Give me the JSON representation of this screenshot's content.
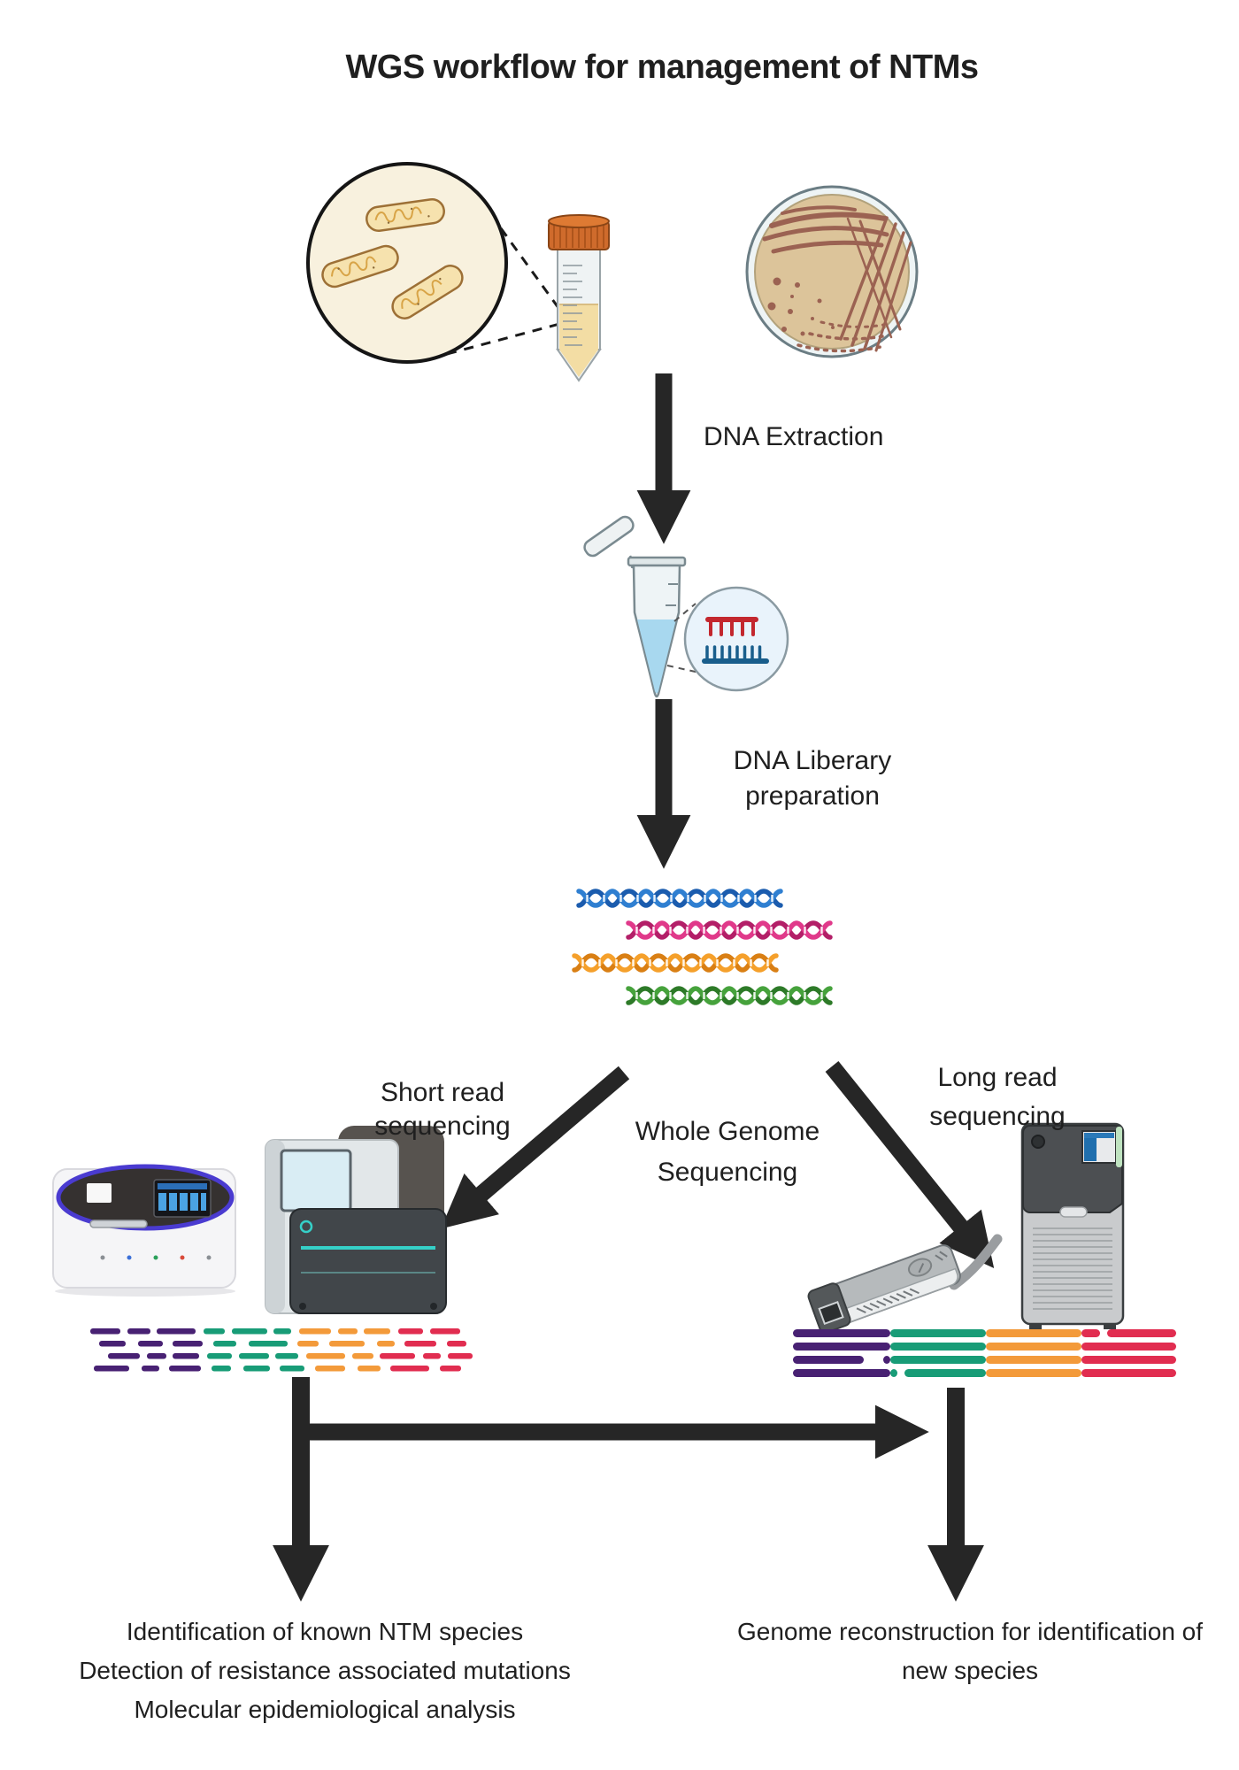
{
  "title": "WGS workflow for management of NTMs",
  "steps": {
    "dna_extraction": "DNA Extraction",
    "library_prep_line1": "DNA Liberary",
    "library_prep_line2": "preparation",
    "short_read_line1": "Short read",
    "short_read_line2": "sequencing",
    "wgs_line1": "Whole Genome",
    "wgs_line2": "Sequencing",
    "long_read_line1": "Long read",
    "long_read_line2": "sequencing"
  },
  "outcomes": {
    "short_read": [
      "Identification of known NTM species",
      "Detection of resistance associated mutations",
      "Molecular epidemiological analysis"
    ],
    "long_read": [
      "Genome reconstruction for identification of",
      "new species"
    ]
  },
  "icons": [
    "bacteria-magnifier-icon",
    "falcon-tube-icon",
    "petri-dish-icon",
    "microcentrifuge-tube-icon",
    "dna-fragment-inset-icon",
    "dna-helix-icon",
    "benchtop-sequencer-icon",
    "box-sequencer-icon",
    "minion-sequencer-icon",
    "tower-sequencer-icon",
    "short-reads-icon",
    "long-reads-icon"
  ],
  "colors": {
    "ink": "#1f1f1f",
    "arrow": "#262626",
    "read_purple": "#482173",
    "read_teal": "#189c77",
    "read_orange": "#f39a3a",
    "read_red": "#e12d50",
    "cap_orange": "#cf6b2c",
    "agar": "#dcc49a",
    "colony": "#9b6252",
    "liquid_yellow": "#f3dda4",
    "liquid_blue": "#a8d8ef",
    "inset_red": "#c3272e",
    "inset_blue": "#195e8c",
    "teal_accent": "#35d0c8",
    "circle_cream": "#f8f1de",
    "bacterium_fill": "#f6e2ae"
  },
  "helix_colors": [
    [
      "#2f7fd1",
      "#1b5cae"
    ],
    [
      "#e0398a",
      "#b31f68"
    ],
    [
      "#f5a02b",
      "#d97f14"
    ],
    [
      "#46a23c",
      "#2d7a28"
    ]
  ],
  "read_palette": [
    "#482173",
    "#189c77",
    "#f39a3a",
    "#e12d50"
  ]
}
